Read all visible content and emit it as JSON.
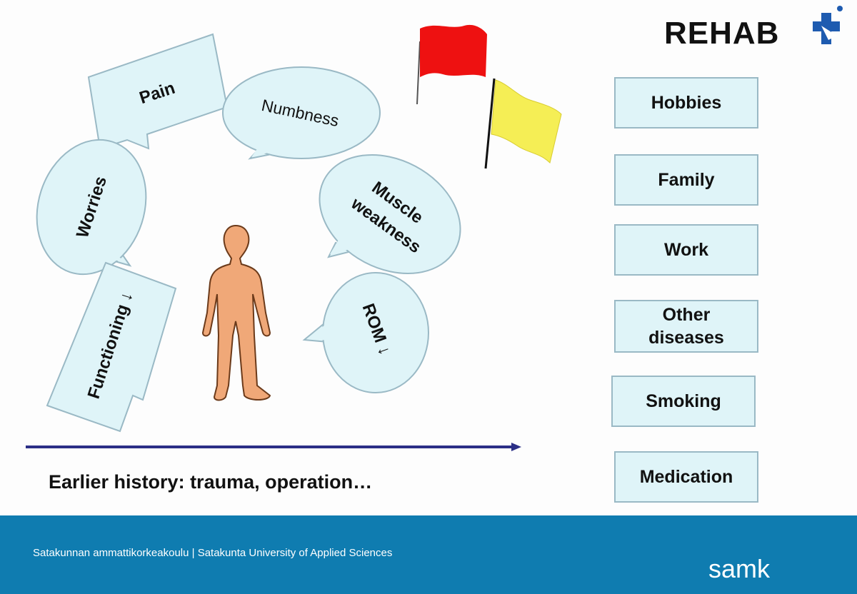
{
  "logo": {
    "text": "REHAB"
  },
  "bubbles": {
    "pain": "Pain",
    "numbness": "Numbness",
    "worries": "Worries",
    "muscle_weakness_line1": "Muscle",
    "muscle_weakness_line2": "weakness",
    "functioning": "Functioning ↓",
    "rom": "ROM ↓"
  },
  "side_boxes": {
    "hobbies": "Hobbies",
    "family": "Family",
    "work": "Work",
    "other_diseases_line1": "Other",
    "other_diseases_line2": "diseases",
    "smoking": "Smoking",
    "medication": "Medication"
  },
  "history_text": "Earlier history: trauma, operation…",
  "footer": {
    "institution": "Satakunnan ammattikorkeakoulu  |  Satakunta University of Applied Sciences",
    "brand": "samk"
  },
  "colors": {
    "bubble_fill": "#dff4f8",
    "bubble_stroke": "#9ab9c5",
    "footer_bg": "#0f7cb0",
    "body_fill": "#f0a878",
    "red_flag": "#ee1111",
    "yellow_flag": "#f5ee55",
    "timeline": "#2b2f86",
    "logo_accent": "#1e5bb0"
  }
}
